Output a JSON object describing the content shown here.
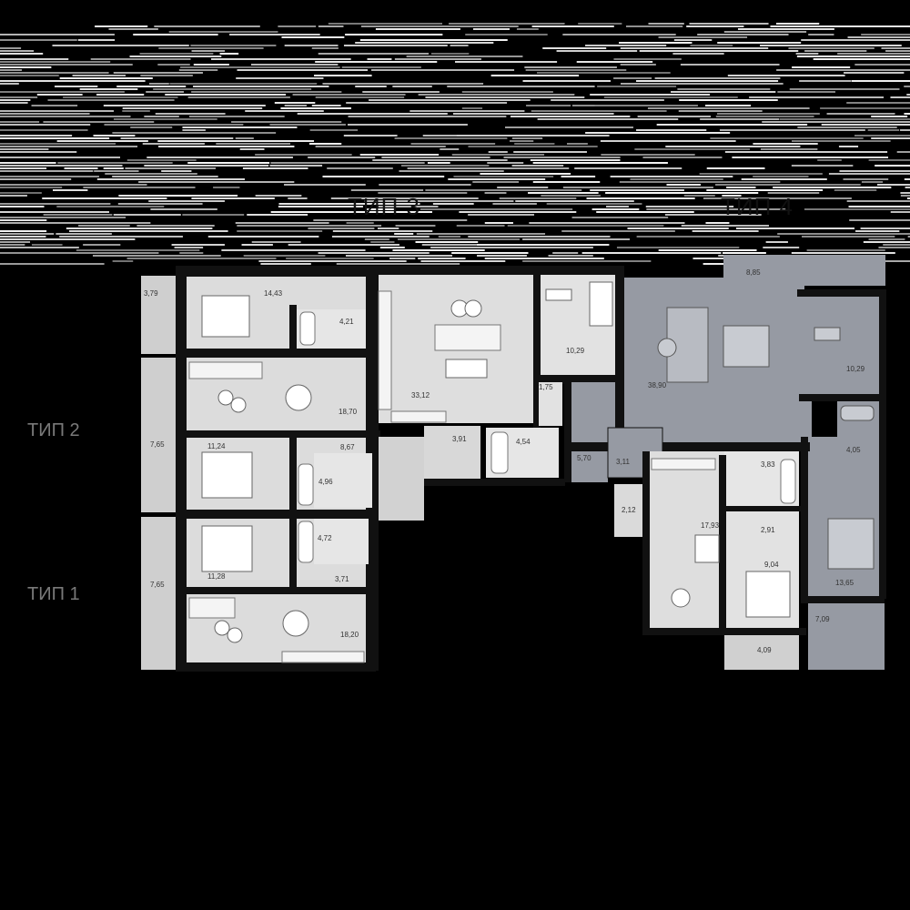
{
  "types": {
    "t3": "ТИП 3",
    "t4": "ТИП 4",
    "t2": "ТИП 2",
    "t1": "ТИП 1"
  },
  "areas": {
    "balcony_top_left": "3,79",
    "bedroom_t3": "14,43",
    "bath_t3": "4,21",
    "living_t2": "18,70",
    "balcony_t2": "7,65",
    "bedroom_t2": "11,24",
    "hall_t2": "8,67",
    "bath_t2": "4,96",
    "bedroom_t1": "11,28",
    "bath_t1": "4,72",
    "hall_t1": "3,71",
    "balcony_t1": "7,65",
    "living_t1": "18,20",
    "living_t3": "33,12",
    "study_t3": "10,29",
    "closet_t3": "1,75",
    "hall_t3": "3,91",
    "bath2_t3": "4,54",
    "balcony_t4_top": "8,85",
    "living_t4": "38,90",
    "study_t4": "10,29",
    "hall_t4": "5,70",
    "wc_t4": "3,11",
    "bath_t4": "4,05",
    "niche": "2,12",
    "kitchen_b": "17,93",
    "bath_b": "3,83",
    "hall_b": "2,91",
    "bedroom_b": "9,04",
    "balcony_b": "4,09",
    "bedroom_t4": "13,65",
    "balcony_t4": "7,09"
  },
  "colors": {
    "background": "#000000",
    "plan_light": "#d9d9d9",
    "plan_room": "#e2e2e2",
    "type4_fill": "#969aa3",
    "wall": "#111111",
    "balcony": "#c7c7c7"
  }
}
